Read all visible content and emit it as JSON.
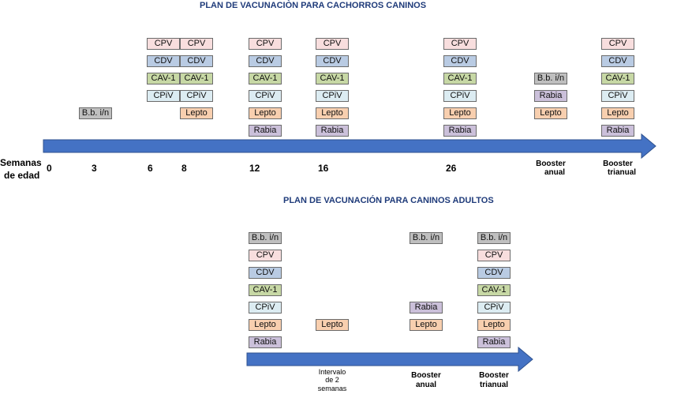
{
  "colors": {
    "CPV": "#f8dede",
    "CDV": "#b9cbe3",
    "CAV-1": "#c7d8a5",
    "CPiV": "#dcecf2",
    "Lepto": "#f8cfaf",
    "Rabia": "#cbc0da",
    "B.b. i/n": "#bfbfbf",
    "arrow": "#4472c4",
    "title": "#1f3b7a"
  },
  "puppy": {
    "title": "PLAN DE VACUNACIÒN PARA CACHORROS CANINOS",
    "axis_label_line1": "Semanas",
    "axis_label_line2": "de edad",
    "timepoints": [
      {
        "label": "0",
        "vaccines": []
      },
      {
        "label": "3",
        "vaccines": [
          "",
          "",
          "",
          "",
          "B.b. i/n",
          ""
        ]
      },
      {
        "label": "6",
        "vaccines": [
          "CPV",
          "CDV",
          "CAV-1",
          "CPiV",
          "",
          ""
        ]
      },
      {
        "label": "8",
        "vaccines": [
          "CPV",
          "CDV",
          "CAV-1",
          "CPiV",
          "Lepto",
          ""
        ]
      },
      {
        "label": "12",
        "vaccines": [
          "CPV",
          "CDV",
          "CAV-1",
          "CPiV",
          "Lepto",
          "Rabia"
        ]
      },
      {
        "label": "16",
        "vaccines": [
          "CPV",
          "CDV",
          "CAV-1",
          "CPiV",
          "Lepto",
          "Rabia"
        ]
      },
      {
        "label": "26",
        "vaccines": [
          "CPV",
          "CDV",
          "CAV-1",
          "CPiV",
          "Lepto",
          "Rabia"
        ]
      },
      {
        "label_line1": "Booster",
        "label_line2": "anual",
        "vaccines": [
          "",
          "",
          "B.b. i/n",
          "Rabia",
          "Lepto",
          ""
        ]
      },
      {
        "label_line1": "Booster",
        "label_line2": "trianual",
        "vaccines": [
          "CPV",
          "CDV",
          "CAV-1",
          "CPiV",
          "Lepto",
          "Rabia"
        ]
      }
    ]
  },
  "adult": {
    "title": "PLAN DE VACUNACIÓN PARA  CANINOS ADULTOS",
    "timepoints": [
      {
        "vaccines": [
          "B.b. i/n",
          "CPV",
          "CDV",
          "CAV-1",
          "CPiV",
          "Lepto",
          "Rabia"
        ]
      },
      {
        "label_line1": "Intervalo",
        "label_line2": "de 2",
        "label_line3": "semanas",
        "vaccines": [
          "",
          "",
          "",
          "",
          "",
          "Lepto",
          ""
        ]
      },
      {
        "label_line1": "Booster",
        "label_line2": "anual",
        "vaccines": [
          "B.b. i/n",
          "",
          "",
          "",
          "Rabia",
          "Lepto",
          ""
        ]
      },
      {
        "label_line1": "Booster",
        "label_line2": "trianual",
        "vaccines": [
          "B.b. i/n",
          "CPV",
          "CDV",
          "CAV-1",
          "CPiV",
          "Lepto",
          "Rabia"
        ]
      }
    ]
  }
}
